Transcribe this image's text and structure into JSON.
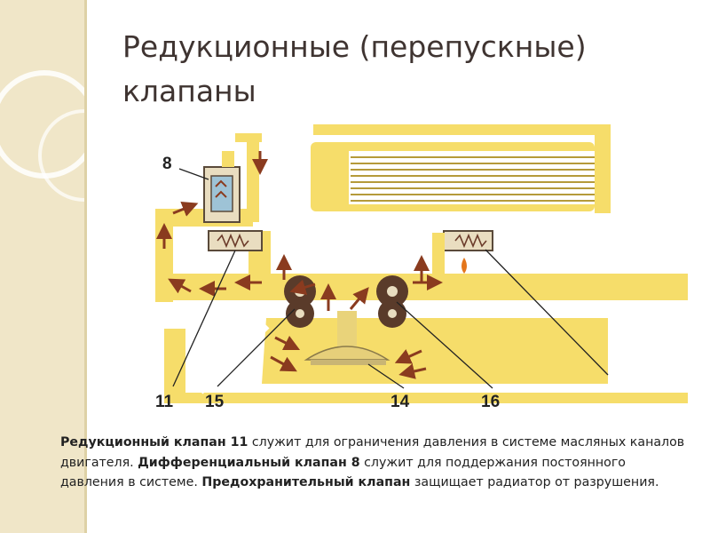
{
  "slide": {
    "title": "Редукционные (перепускные) клапаны"
  },
  "diagram": {
    "labels": [
      "8",
      "11",
      "15",
      "14",
      "16"
    ]
  },
  "caption": {
    "p1_bold": "Редукционный клапан 11",
    "p1_text": " служит для ограничения давления в системе масляных каналов двигателя. ",
    "p2_bold": "Дифференциальный клапан 8",
    "p2_text": " служит для поддержания постоянного давления в системе. ",
    "p3_bold": "Предохранительный клапан",
    "p3_text": " защищает радиатор от разрушения."
  },
  "colors": {
    "oil_yellow": "#f6dd6a",
    "oil_outline": "#d6b83c",
    "arrow_brown": "#8a3b1f",
    "sidebar": "#f0e6c8",
    "title": "#3f3431"
  }
}
